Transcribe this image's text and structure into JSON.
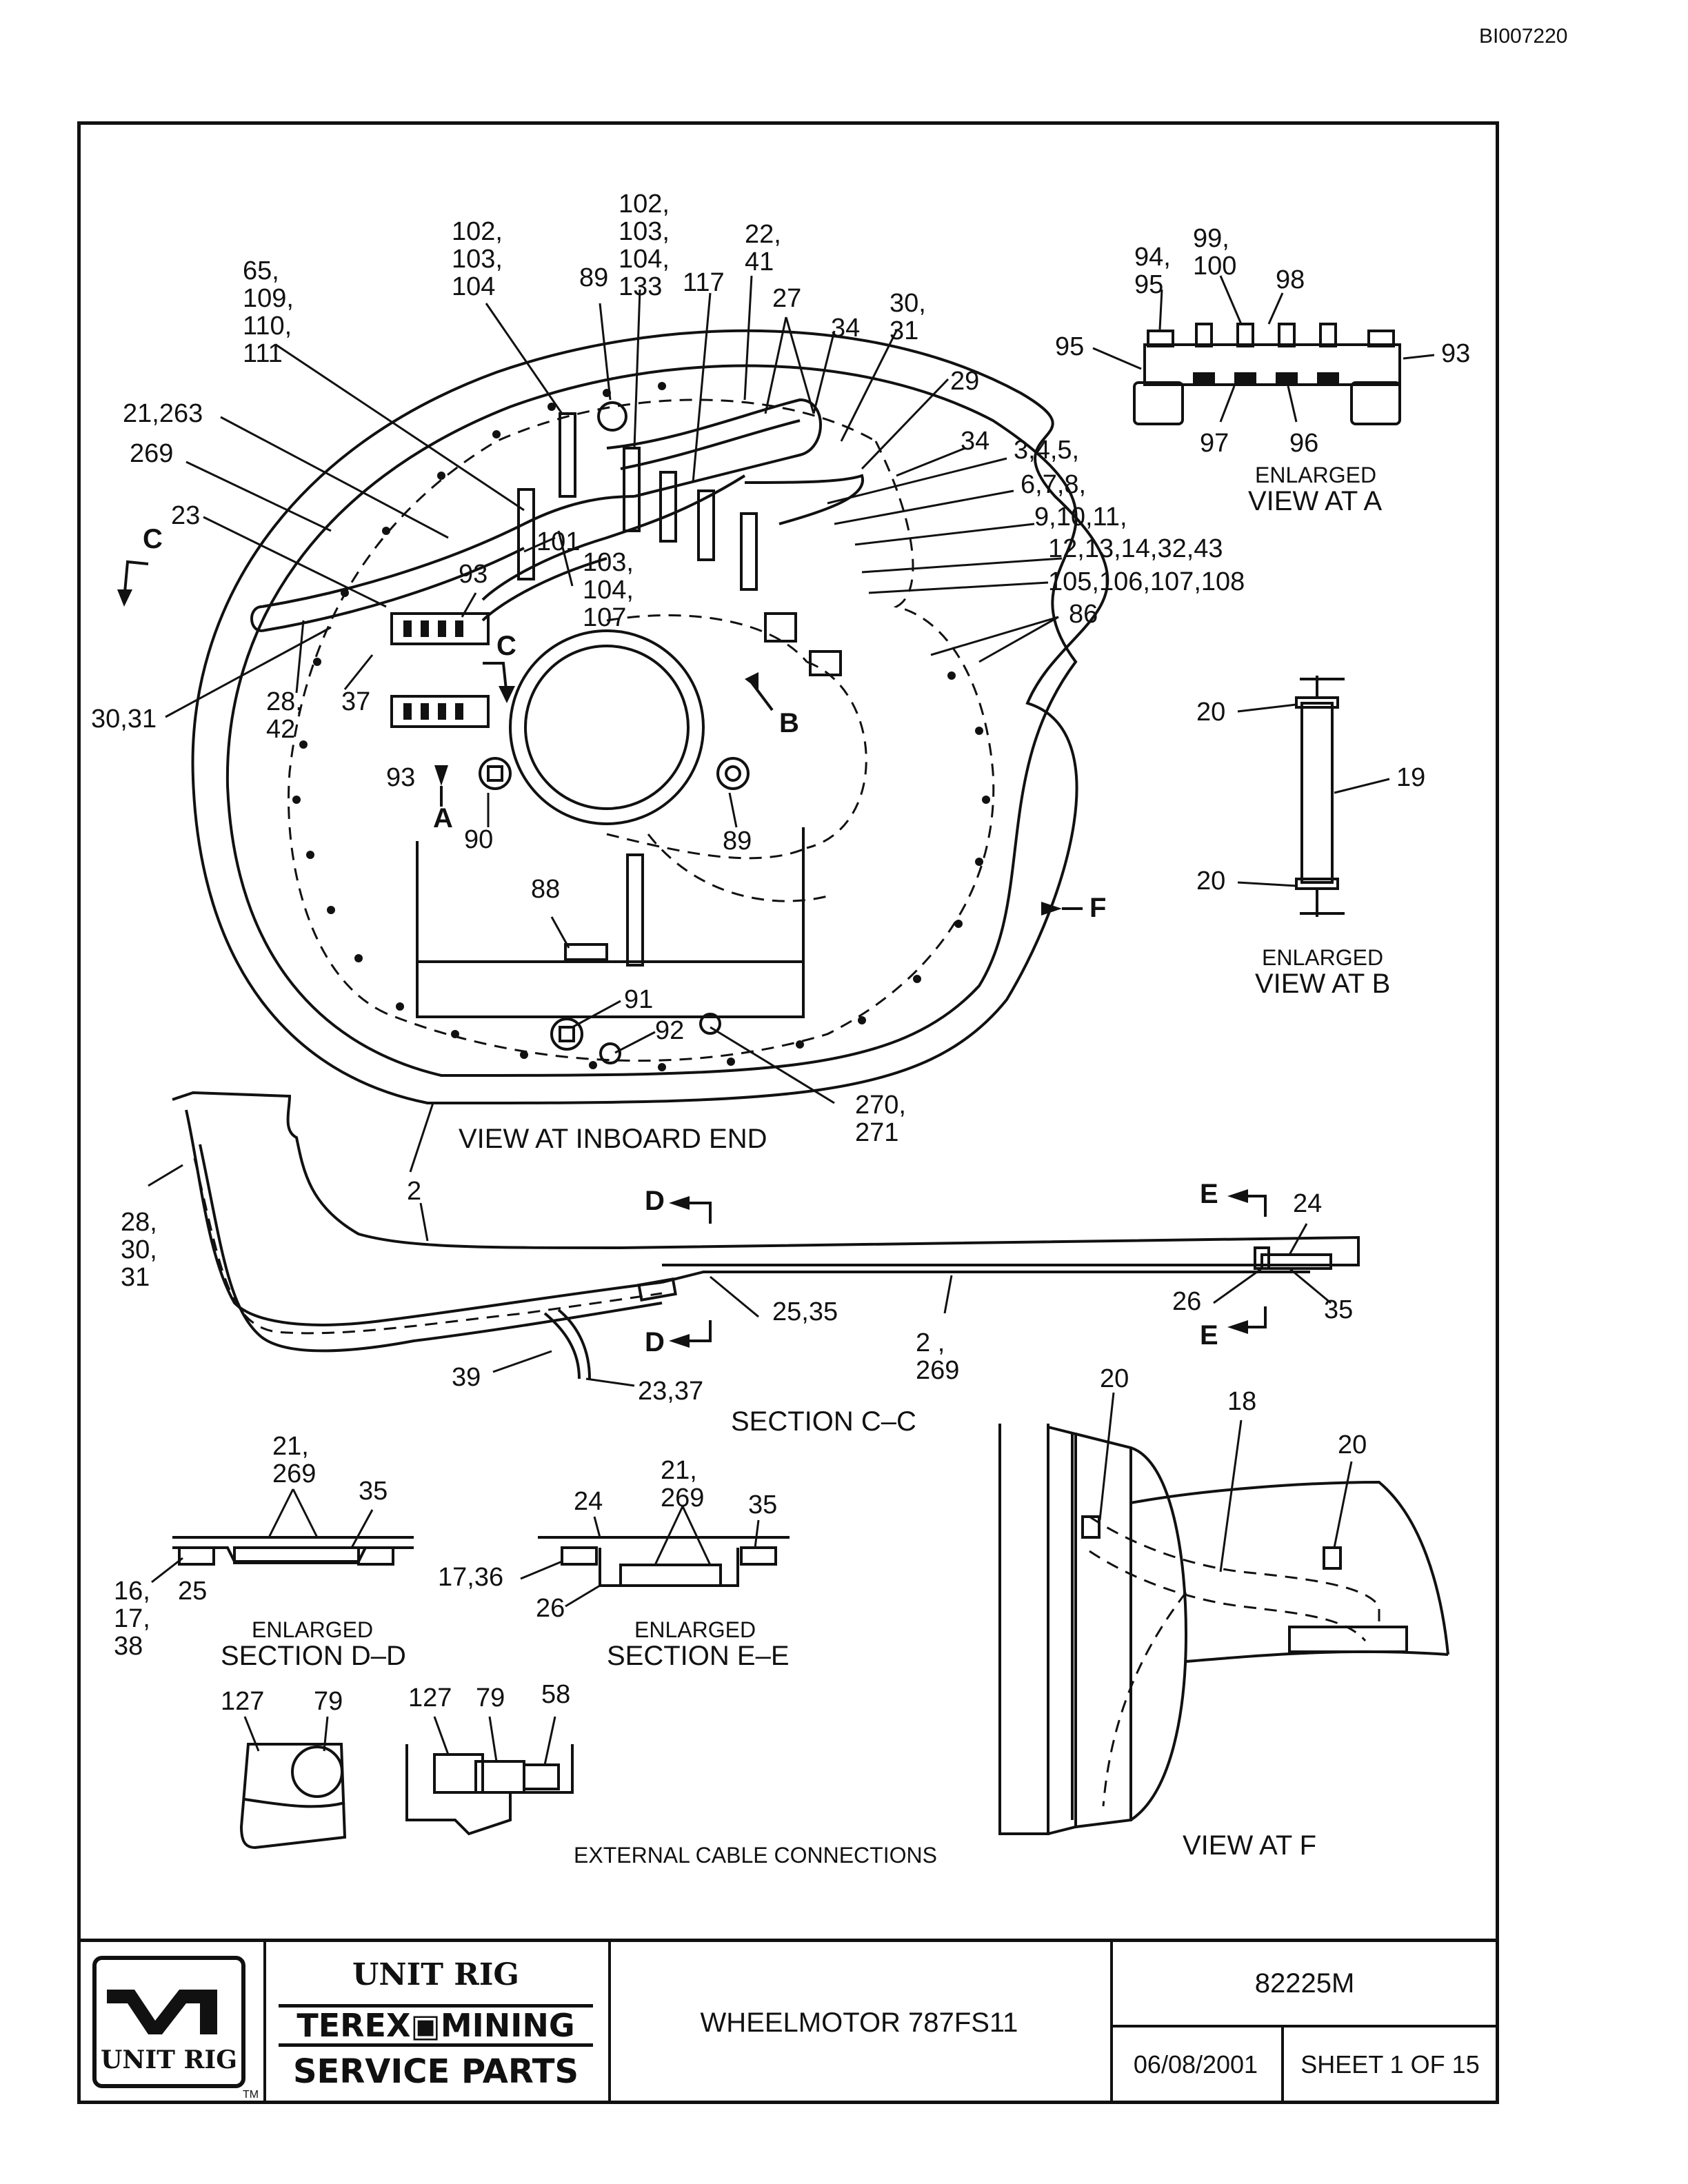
{
  "doc_id": "BI007220",
  "views": {
    "inboard": "VIEW AT INBOARD END",
    "view_a_1": "ENLARGED",
    "view_a_2": "VIEW AT A",
    "view_b_1": "ENLARGED",
    "view_b_2": "VIEW AT B",
    "section_cc": "SECTION C–C",
    "dd_1": "ENLARGED",
    "dd_2": "SECTION D–D",
    "ee_1": "ENLARGED",
    "ee_2": "SECTION E–E",
    "external": "EXTERNAL CABLE CONNECTIONS",
    "view_f": "VIEW AT F"
  },
  "callouts": {
    "c1": "102,",
    "c2": "103,",
    "c3": "104",
    "c4": "102,",
    "c5": "103,",
    "c6": "104,",
    "c7": "133",
    "c8": "89",
    "c9": "117",
    "c10": "22,",
    "c11": "41",
    "c12": "27",
    "c13": "65,",
    "c14": "109,",
    "c15": "110,",
    "c16": "111",
    "c17": "30,",
    "c18": "31",
    "c19": "34",
    "c20": "29",
    "c21": "21,263",
    "c22": "269",
    "c23": "23",
    "c24": "34",
    "c25": "3,4,5,",
    "c26": "6,7,8,",
    "c27": "9,10,11,",
    "c28": "12,13,14,32,43",
    "c29": "105,106,107,108",
    "c30": "86",
    "c31": "101",
    "c32": "103,",
    "c33": "104,",
    "c34": "107",
    "c35": "93",
    "c36": "C",
    "c37": "C",
    "c38": "30,31",
    "c39": "28,",
    "c40": "42",
    "c41": "37",
    "c42": "93",
    "c43": "A",
    "c44": "90",
    "c45": "89",
    "c46": "B",
    "c47": "88",
    "c48": "91",
    "c49": "92",
    "c50": "270,",
    "c51": "271",
    "c52": "F",
    "c53": "94,",
    "c54": "95",
    "c55": "99,",
    "c56": "100",
    "c57": "98",
    "c58": "95",
    "c59": "93",
    "c60": "97",
    "c61": "96",
    "c62": "20",
    "c63": "19",
    "c64": "20",
    "c65": "2",
    "c66": "28,",
    "c67": "30,",
    "c68": "31",
    "c69": "D",
    "c70": "E",
    "c71": "24",
    "c72": "25,35",
    "c73": "2 ,",
    "c74": "269",
    "c75": "26",
    "c76": "35",
    "c77": "D",
    "c78": "E",
    "c79": "39",
    "c80": "23,37",
    "c81": "21,",
    "c82": "269",
    "c83": "35",
    "c84": "16,",
    "c85": "17,",
    "c86": "38",
    "c87": "25",
    "c88": "24",
    "c89": "21,",
    "c90": "269",
    "c91": "35",
    "c92": "17,36",
    "c93": "26",
    "c94": "127",
    "c95": "79",
    "c96": "127",
    "c97": "79",
    "c98": "58",
    "c99": "20",
    "c100": "18",
    "c101": "20"
  },
  "title_block": {
    "logo_text": "UNIT RIG",
    "tm": "TM",
    "brand_line1": "UNIT RIG",
    "brand_line2": "TEREX▣MINING",
    "brand_line3": "SERVICE PARTS",
    "title": "WHEELMOTOR 787FS11",
    "drawing_no": "82225M",
    "date": "06/08/2001",
    "sheet": "SHEET 1 OF 15"
  }
}
